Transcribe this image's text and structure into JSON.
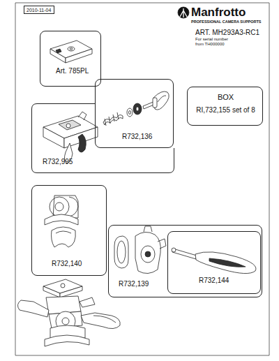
{
  "diagram": {
    "title": "ART. MH293A3-RC1",
    "nodes": [
      {
        "text": [
          "2010-11-04"
        ]
      },
      {
        "text": [
          "Art. 785PL"
        ]
      },
      {
        "text": [
          "R732,995"
        ]
      },
      {
        "text": [
          "R732,136"
        ]
      },
      {
        "text": [
          "BOX",
          "RI,732,155 set of 8"
        ]
      },
      {
        "text": [
          "R732,140"
        ]
      },
      {
        "text": [
          "R732,139"
        ]
      },
      {
        "text": [
          "R732,144"
        ],
        "in": 6
      }
    ],
    "labels": [
      "Manfrotto",
      "PROFESSIONAL CAMERA SUPPORTS",
      "For serial number from TH000000"
    ]
  }
}
